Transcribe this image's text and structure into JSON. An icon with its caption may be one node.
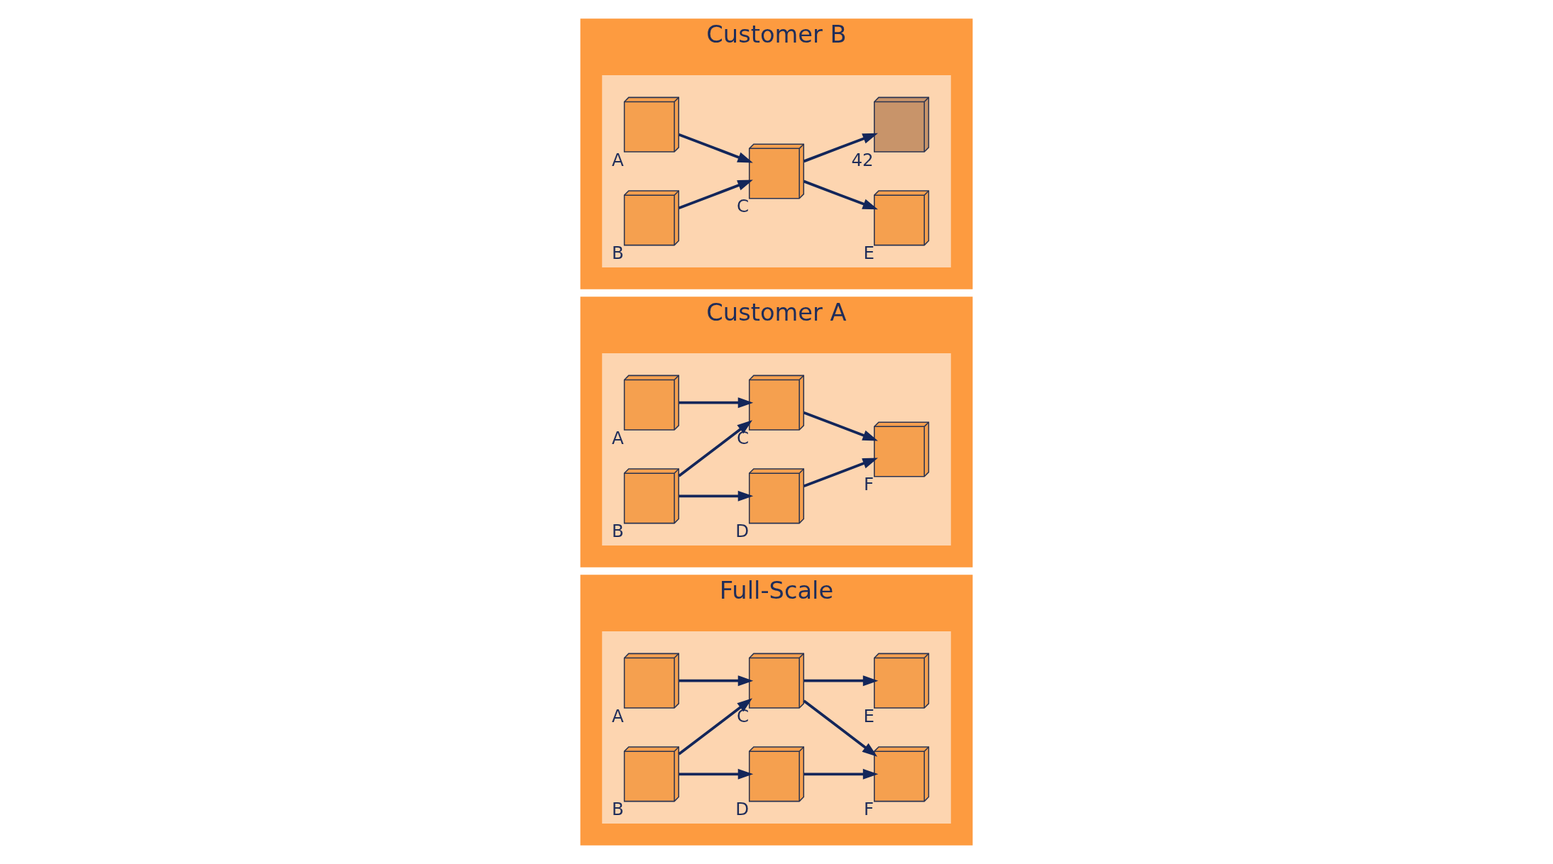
{
  "diagram": {
    "nodes": [
      {
        "text": [
          "Full-Scale"
        ]
      },
      {
        "text": [],
        "shape": "box",
        "in": 0
      },
      {
        "text": [],
        "shape": "picture",
        "beside": [
          "A"
        ],
        "in": 1
      },
      {
        "text": [],
        "shape": "picture",
        "beside": [
          "C"
        ],
        "in": 1
      },
      {
        "text": [],
        "shape": "picture",
        "beside": [
          "E"
        ],
        "in": 1
      },
      {
        "text": [],
        "shape": "picture",
        "beside": [
          "B"
        ],
        "in": 1
      },
      {
        "text": [],
        "shape": "picture",
        "beside": [
          "D"
        ],
        "in": 1
      },
      {
        "text": [],
        "shape": "picture",
        "beside": [
          "F"
        ],
        "in": 1
      },
      {
        "text": [
          "Customer A"
        ]
      },
      {
        "text": [],
        "shape": "box",
        "in": 8
      },
      {
        "text": [],
        "shape": "picture",
        "beside": [
          "A"
        ],
        "in": 9
      },
      {
        "text": [],
        "shape": "picture",
        "beside": [
          "C"
        ],
        "in": 9
      },
      {
        "text": [],
        "shape": "picture",
        "beside": [
          "B"
        ],
        "in": 9
      },
      {
        "text": [],
        "shape": "picture",
        "beside": [
          "D"
        ],
        "in": 9
      },
      {
        "text": [],
        "shape": "picture",
        "beside": [
          "F"
        ],
        "in": 9
      },
      {
        "text": [
          "Customer B"
        ]
      },
      {
        "text": [],
        "shape": "box",
        "in": 15
      },
      {
        "text": [],
        "shape": "picture",
        "beside": [
          "A"
        ],
        "in": 16
      },
      {
        "text": [],
        "shape": "picture",
        "beside": [
          "C"
        ],
        "in": 16
      },
      {
        "text": [],
        "shape": "picture",
        "beside": [
          "E"
        ],
        "in": 16
      },
      {
        "text": [],
        "shape": "picture",
        "beside": [
          "B"
        ],
        "in": 16
      },
      {
        "text": [],
        "shape": "picture",
        "beside": [
          "42"
        ],
        "in": 16
      }
    ],
    "edges": [
      {
        "from": 2,
        "to": 3,
        "arrow": "to"
      },
      {
        "from": 5,
        "to": 3,
        "arrow": "to"
      },
      {
        "from": 5,
        "to": 6,
        "arrow": "to"
      },
      {
        "from": 3,
        "to": 4,
        "arrow": "to"
      },
      {
        "from": 3,
        "to": 7,
        "arrow": "to"
      },
      {
        "from": 6,
        "to": 7,
        "arrow": "to"
      },
      {
        "from": 10,
        "to": 11,
        "arrow": "to"
      },
      {
        "from": 12,
        "to": 11,
        "arrow": "to"
      },
      {
        "from": 12,
        "to": 13,
        "arrow": "to"
      },
      {
        "from": 11,
        "to": 14,
        "arrow": "to"
      },
      {
        "from": 13,
        "to": 14,
        "arrow": "to"
      },
      {
        "from": 17,
        "to": 18,
        "arrow": "to"
      },
      {
        "from": 20,
        "to": 18,
        "arrow": "to"
      },
      {
        "from": 18,
        "to": 19,
        "arrow": "to"
      },
      {
        "from": 18,
        "to": 21,
        "arrow": "to"
      }
    ]
  }
}
